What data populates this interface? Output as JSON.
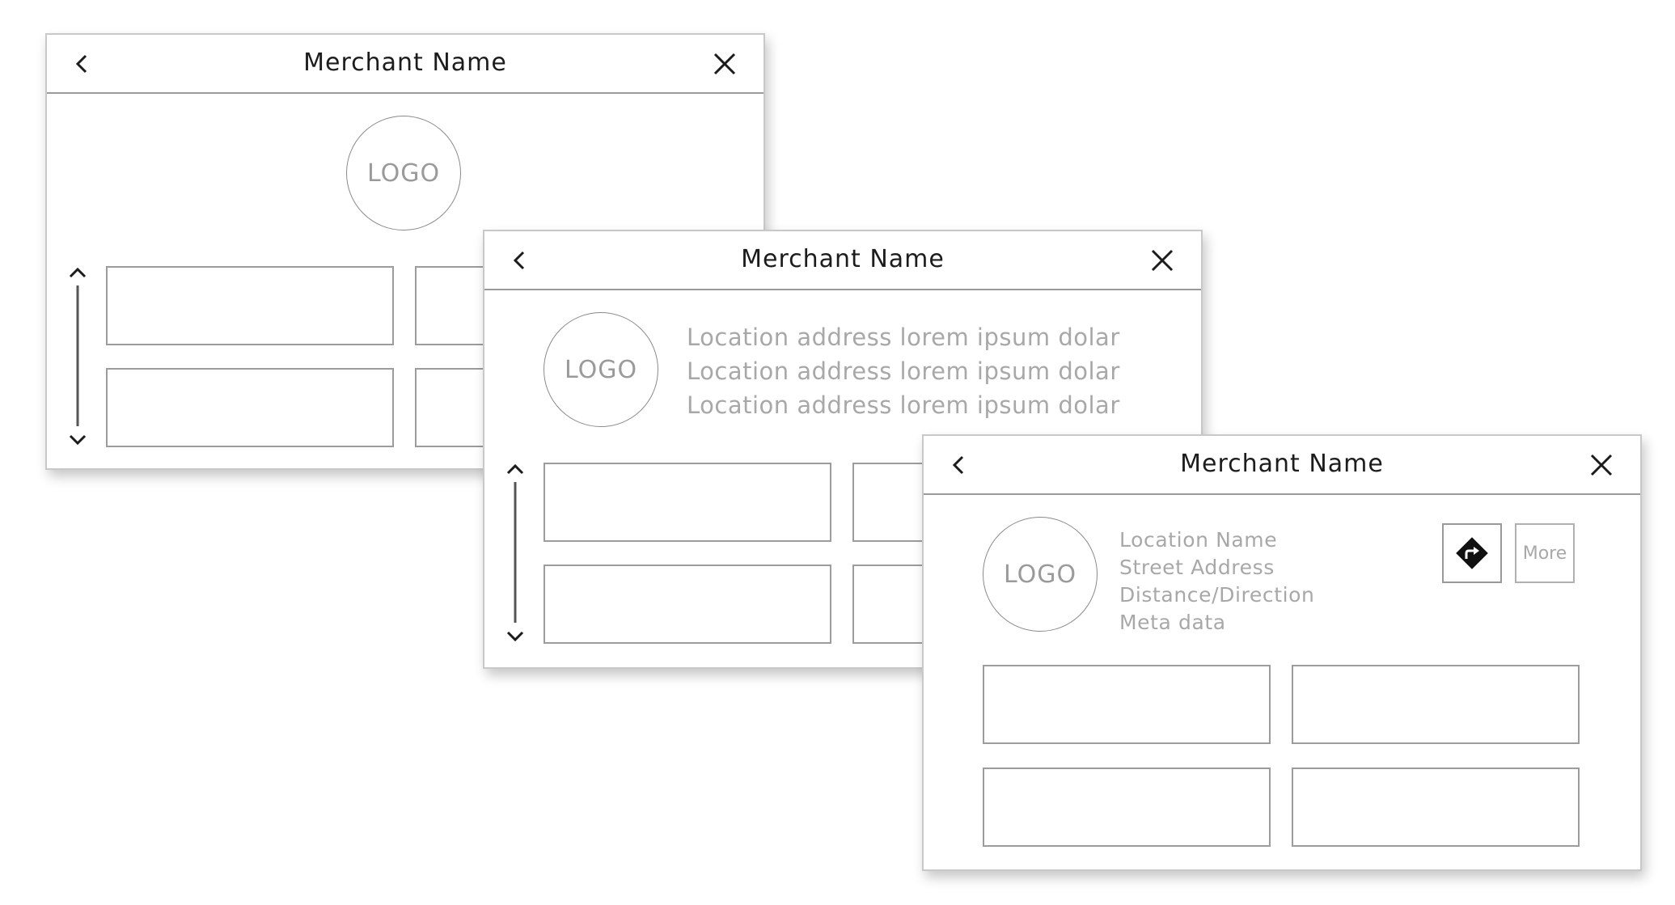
{
  "screens": [
    {
      "header": {
        "title": "Merchant Name",
        "back_icon": "chevron-left-icon",
        "close_icon": "close-icon"
      },
      "logo_text": "LOGO",
      "scroll_icons": [
        "chevron-up-icon",
        "chevron-down-icon"
      ]
    },
    {
      "header": {
        "title": "Merchant Name",
        "back_icon": "chevron-left-icon",
        "close_icon": "close-icon"
      },
      "logo_text": "LOGO",
      "address_lines": [
        "Location address lorem ipsum dolar",
        "Location address lorem ipsum dolar",
        "Location address lorem ipsum dolar"
      ],
      "scroll_icons": [
        "chevron-up-icon",
        "chevron-down-icon"
      ]
    },
    {
      "header": {
        "title": "Merchant Name",
        "back_icon": "chevron-left-icon",
        "close_icon": "close-icon"
      },
      "logo_text": "LOGO",
      "info": {
        "location_name": "Location Name",
        "street_address": "Street Address",
        "distance_direction": "Distance/Direction",
        "meta_data": "Meta data"
      },
      "actions": {
        "directions_icon": "directions-icon",
        "more_label": "More"
      }
    }
  ],
  "colors": {
    "border": "#9a9a9a",
    "muted_text": "#a8a8a8",
    "title_text": "#1c1c1c",
    "icon": "#1c1c1c"
  }
}
